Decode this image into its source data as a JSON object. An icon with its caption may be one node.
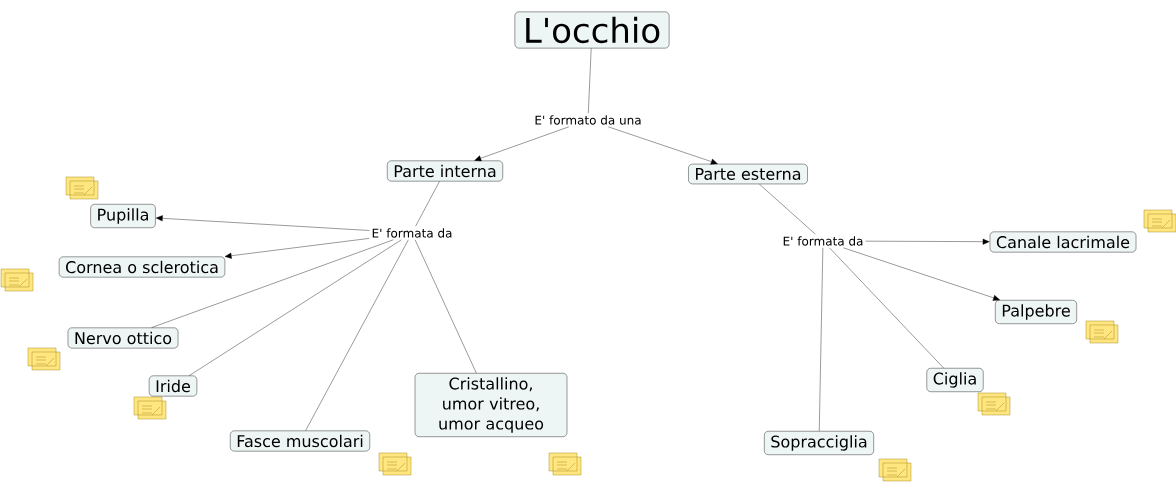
{
  "diagram": {
    "nodes": [
      {
        "text": [
          "L'occhio"
        ]
      },
      {
        "text": [
          "E' formato da una"
        ]
      },
      {
        "text": [
          "Parte interna"
        ]
      },
      {
        "text": [
          "Parte esterna"
        ]
      },
      {
        "text": [
          "E' formata da"
        ]
      },
      {
        "text": [
          "Pupilla"
        ]
      },
      {
        "text": [
          "Cornea o sclerotica"
        ]
      },
      {
        "text": [
          "Nervo ottico"
        ]
      },
      {
        "text": [
          "Iride"
        ]
      },
      {
        "text": [
          "Fasce muscolari"
        ]
      },
      {
        "text": [
          "Cristallino, umor vitreo, umor acqueo"
        ]
      },
      {
        "text": [
          "E' formata da"
        ]
      },
      {
        "text": [
          "Canale lacrimale"
        ]
      },
      {
        "text": [
          "Palpebre"
        ]
      },
      {
        "text": [
          "Ciglia"
        ]
      },
      {
        "text": [
          "Sopracciglia"
        ]
      }
    ],
    "edges": [
      {
        "from": 0,
        "to": 1,
        "arrow": "none"
      },
      {
        "from": 1,
        "to": 2,
        "arrow": "to"
      },
      {
        "from": 1,
        "to": 3,
        "arrow": "to"
      },
      {
        "from": 2,
        "to": 4,
        "arrow": "none"
      },
      {
        "from": 4,
        "to": 5,
        "arrow": "to"
      },
      {
        "from": 4,
        "to": 6,
        "arrow": "to"
      },
      {
        "from": 4,
        "to": 7,
        "arrow": "none"
      },
      {
        "from": 4,
        "to": 8,
        "arrow": "none"
      },
      {
        "from": 4,
        "to": 9,
        "arrow": "none"
      },
      {
        "from": 4,
        "to": 10,
        "arrow": "none"
      },
      {
        "from": 3,
        "to": 11,
        "arrow": "none"
      },
      {
        "from": 11,
        "to": 12,
        "arrow": "to"
      },
      {
        "from": 11,
        "to": 13,
        "arrow": "to"
      },
      {
        "from": 11,
        "to": 14,
        "arrow": "none"
      },
      {
        "from": 11,
        "to": 15,
        "arrow": "none"
      }
    ]
  }
}
